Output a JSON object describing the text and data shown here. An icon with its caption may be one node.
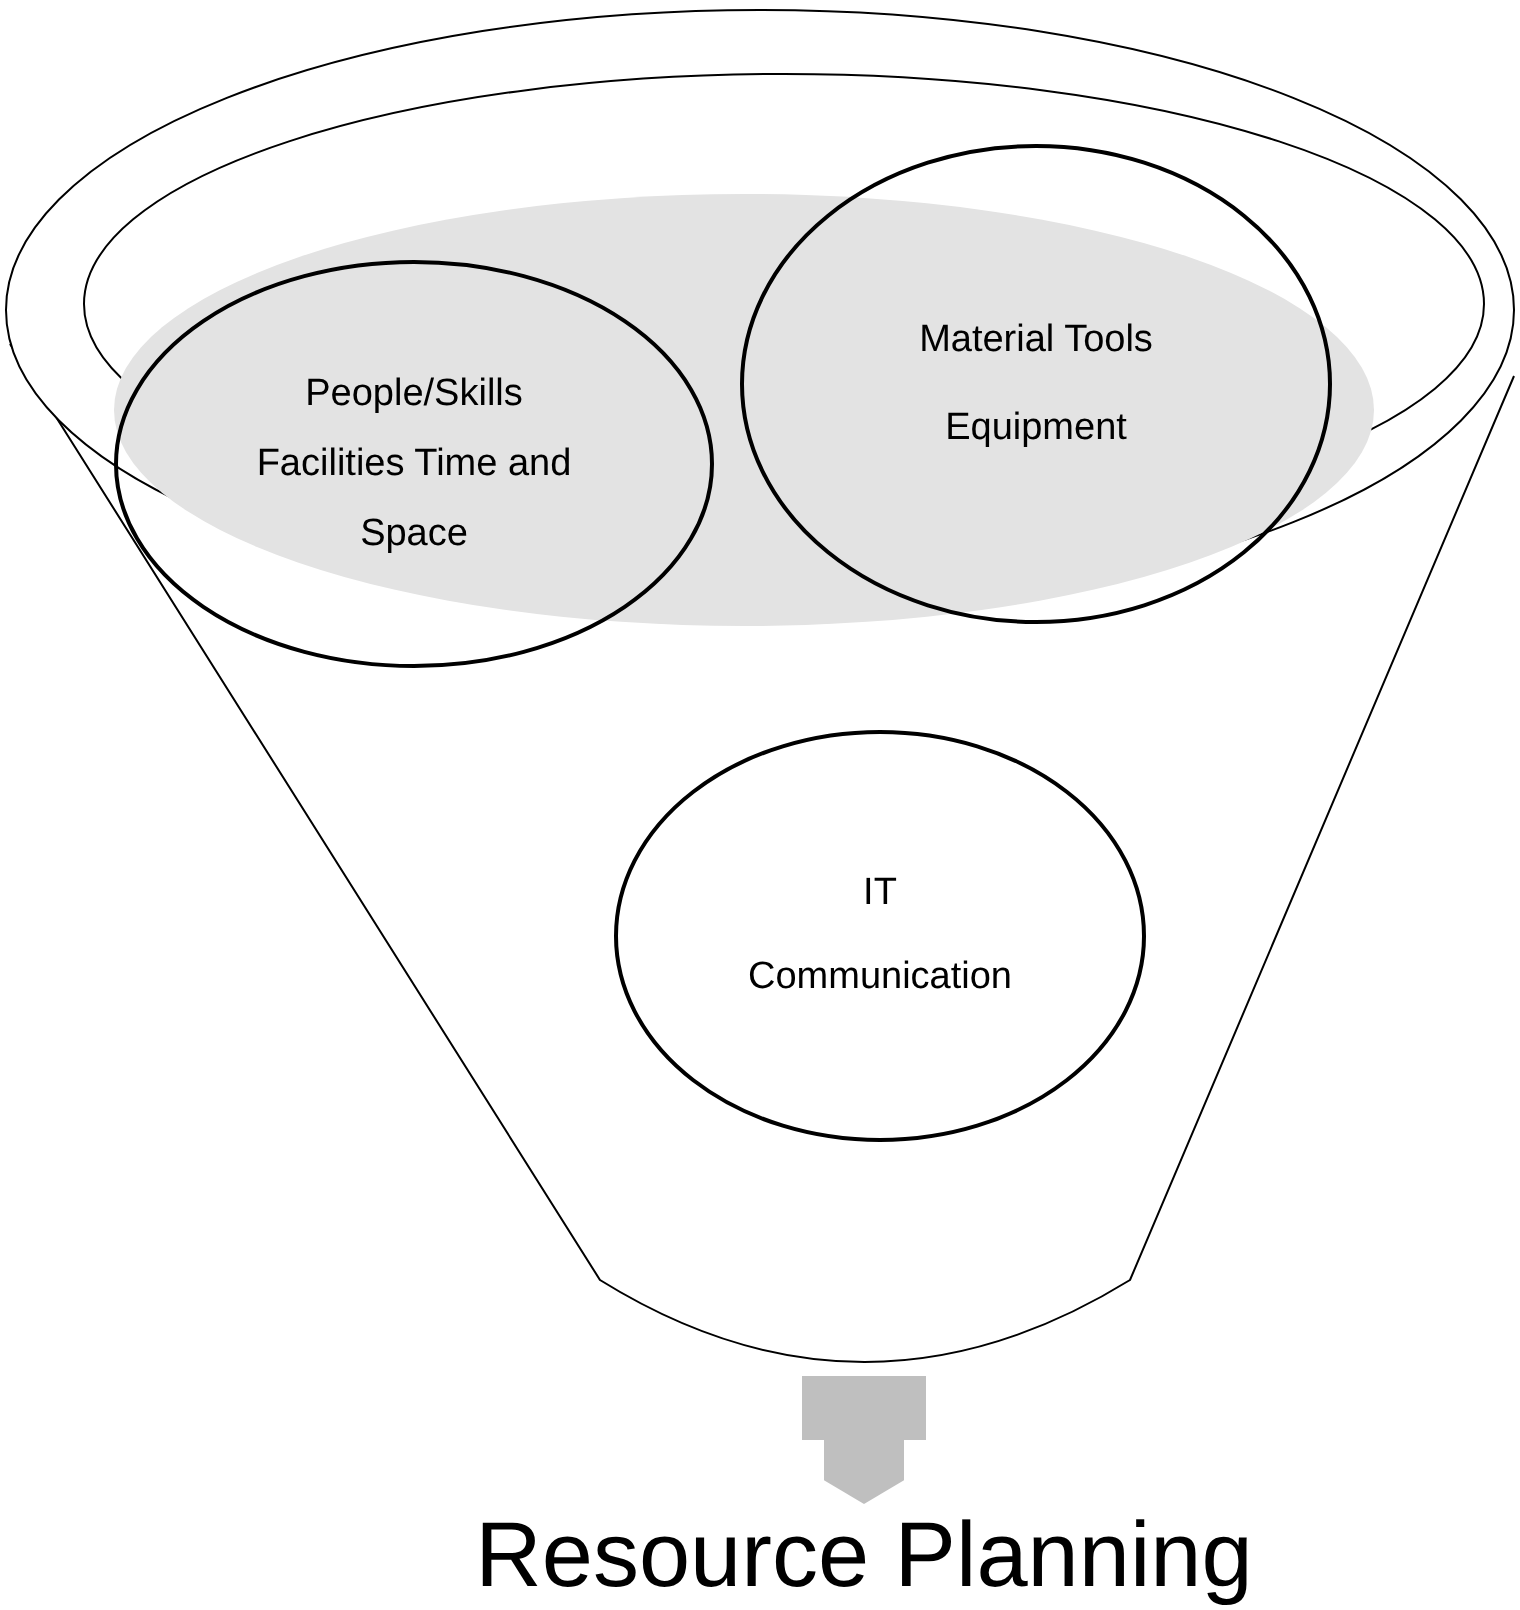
{
  "diagram": {
    "nodes": [
      {
        "text": [],
        "shape": "funnel"
      },
      {
        "text": [
          "People/Skills Facilities Time and Space"
        ]
      },
      {
        "text": [
          "Material Tools Equipment"
        ]
      },
      {
        "text": [
          "IT Communication"
        ],
        "in": 0
      },
      {
        "text": [
          "Resource Planning"
        ]
      }
    ],
    "edges": [
      {
        "from": 0,
        "to": 4,
        "arrow": "to"
      }
    ]
  }
}
